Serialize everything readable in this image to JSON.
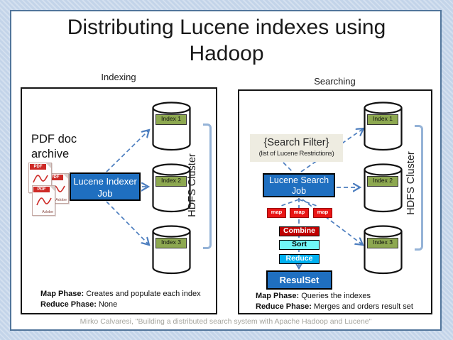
{
  "slide": {
    "title": "Distributing Lucene indexes using Hadoop",
    "citation": "Mirko Calvaresi, \"Building a distributed search system with Apache Hadoop and Lucene\""
  },
  "colors": {
    "job_box_blue": "#1f6fc0",
    "index_label_green": "#8da850",
    "combine_red": "#c00000",
    "sort_cyan": "#70f7f7",
    "reduce_blue": "#00b0f0",
    "map_task_red": "#e91515",
    "filter_beige": "#eeece1",
    "connector_blue": "#4d7ebf",
    "bracket_blue": "#95b3d7",
    "background_blue": "#c3d4e9"
  },
  "indexing_panel": {
    "heading": "Indexing",
    "source_label": "PDF doc archive",
    "pdf_icon_badge": "PDF",
    "pdf_icon_brand": "Adobe",
    "job_line1": "Lucene Indexer",
    "job_line2": "Job",
    "cylinders": [
      "Index 1",
      "Index 2",
      "Index 3"
    ],
    "cluster_label": "HDFS Cluster",
    "map_phase_label": "Map Phase:",
    "map_phase_text": " Creates and populate each index",
    "reduce_phase_label": "Reduce Phase:",
    "reduce_phase_text": " None"
  },
  "searching_panel": {
    "heading": "Searching",
    "filter_title": "{Search Filter}",
    "filter_subtitle": "(list of Lucene Restrictions)",
    "job_line1": "Lucene Search",
    "job_line2": "Job",
    "map_tasks": [
      "map",
      "map",
      "map"
    ],
    "combine_label": "Combine",
    "sort_label": "Sort",
    "reduce_label": "Reduce",
    "resultset_label": "ResulSet",
    "cylinders": [
      "Index 1",
      "Index 2",
      "Index 3"
    ],
    "cluster_label": "HDFS Cluster",
    "map_phase_label": "Map Phase:",
    "map_phase_text": " Queries the indexes",
    "reduce_phase_label": "Reduce Phase:",
    "reduce_phase_text": " Merges and orders result set"
  }
}
